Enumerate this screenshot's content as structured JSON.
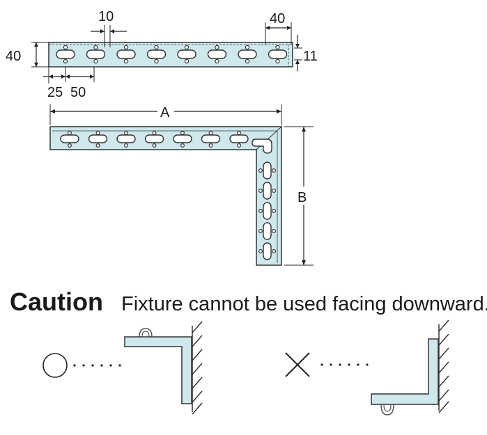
{
  "dimensions": {
    "slot_width": "10",
    "end_offset": "40",
    "plate_height": "40",
    "hole_size": "11",
    "first_slot": "25",
    "slot_pitch": "50",
    "length_a": "A",
    "length_b": "B"
  },
  "caution": {
    "heading": "Caution",
    "message": "Fixture cannot be used facing downward."
  },
  "symbols": {
    "ok": "circle",
    "ng": "cross"
  },
  "colors": {
    "plate_fill": "#cfe8ee",
    "outline": "#333333"
  }
}
